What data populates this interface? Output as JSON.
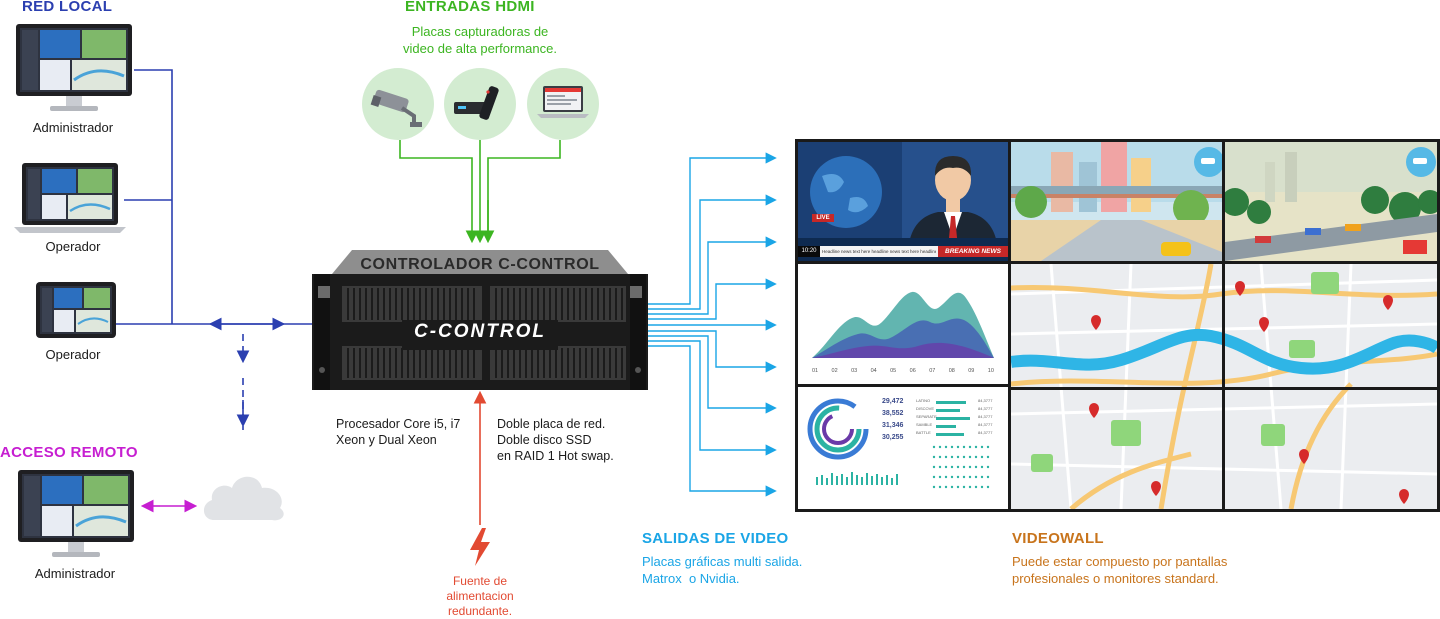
{
  "red_local": {
    "title": "RED LOCAL",
    "devices": [
      {
        "label": "Administrador",
        "icon": "desktop-monitor-icon"
      },
      {
        "label": "Operador",
        "icon": "laptop-icon"
      },
      {
        "label": "Operador",
        "icon": "tablet-icon"
      }
    ]
  },
  "acceso_remoto": {
    "title": "ACCESO REMOTO",
    "device_label": "Administrador",
    "cloud_icon": "cloud-icon"
  },
  "entradas": {
    "title": "ENTRADAS HDMI",
    "subtitle_lines": [
      "Placas capturadoras de",
      "video de alta performance."
    ],
    "icons": [
      "security-camera-icon",
      "set-top-box-remote-icon",
      "laptop-screen-icon"
    ]
  },
  "controller": {
    "title": "CONTROLADOR C-CONTROL",
    "logo": "C-CONTROL",
    "spec_left": [
      "Procesador Core i5, i7",
      "Xeon y Dual Xeon"
    ],
    "spec_right": [
      "Doble placa de red.",
      "Doble disco SSD",
      "en RAID 1 Hot swap."
    ]
  },
  "power": {
    "lines": [
      "Fuente de",
      "alimentacion",
      "redundante."
    ],
    "icon": "lightning-bolt-icon"
  },
  "salidas": {
    "title": "SALIDAS DE VIDEO",
    "lines": [
      "Placas gráficas multi salida.",
      "Matrox  o Nvidia."
    ]
  },
  "videowall": {
    "title": "VIDEOWALL",
    "lines": [
      "Puede estar compuesto por pantallas",
      "profesionales o monitores standard."
    ],
    "news": {
      "live": "LIVE",
      "clock": "10:20",
      "breaking": "BREAKING NEWS",
      "ticker": "Headline news text here headline news text here headline news text here"
    },
    "chart_ticks": [
      "01",
      "02",
      "03",
      "04",
      "05",
      "06",
      "07",
      "08",
      "09",
      "10"
    ],
    "dashboard": {
      "numbers": [
        "29,472",
        "38,552",
        "31,346",
        "30,255"
      ],
      "bar_labels": [
        "LATINO",
        "DISCOVE",
        "SEPARATE",
        "SAMBLE",
        "BATTLE"
      ],
      "bar_values": [
        "84,3777",
        "84,3777",
        "84,3777",
        "84,3777",
        "84,3777"
      ]
    }
  },
  "colors": {
    "blue": "#2b3fb0",
    "green": "#3cb521",
    "magenta": "#c61ed1",
    "cyan": "#1aa5e6",
    "orange": "#c8741c",
    "red": "#e24a32"
  }
}
